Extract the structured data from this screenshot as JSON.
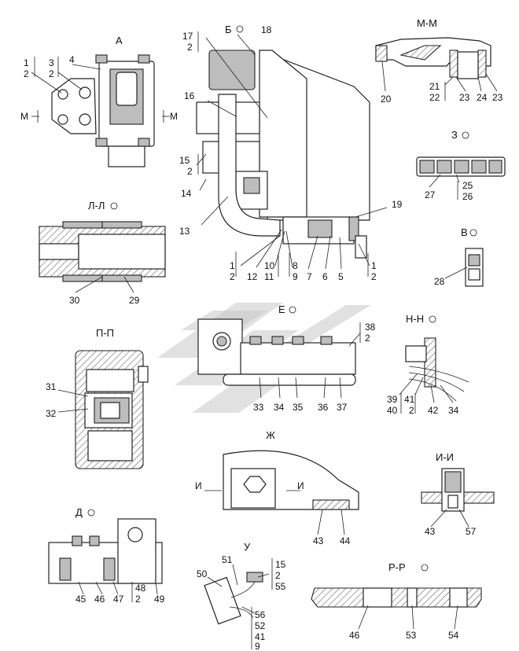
{
  "views": {
    "A": "А",
    "B": "Б",
    "MM": "М-М",
    "Z": "З",
    "LL": "Л-Л",
    "V": "В",
    "PP": "П-П",
    "E": "Е",
    "NN": "Н-Н",
    "ZH": "Ж",
    "II": "И-И",
    "D": "Д",
    "U": "У",
    "RR": "Р-Р"
  },
  "section_marks": {
    "M": "М",
    "I": "И"
  },
  "callouts": {
    "c1": "1",
    "c2": "2",
    "c3": "3",
    "c4": "4",
    "c5": "5",
    "c6": "6",
    "c7": "7",
    "c8": "8",
    "c9": "9",
    "c10": "10",
    "c11": "11",
    "c12": "12",
    "c13": "13",
    "c14": "14",
    "c15": "15",
    "c16": "16",
    "c17": "17",
    "c18": "18",
    "c19": "19",
    "c20": "20",
    "c21": "21",
    "c22": "22",
    "c23": "23",
    "c24": "24",
    "c25": "25",
    "c26": "26",
    "c27": "27",
    "c28": "28",
    "c29": "29",
    "c30": "30",
    "c31": "31",
    "c32": "32",
    "c33": "33",
    "c34": "34",
    "c35": "35",
    "c36": "36",
    "c37": "37",
    "c38": "38",
    "c39": "39",
    "c40": "40",
    "c41": "41",
    "c42": "42",
    "c43": "43",
    "c44": "44",
    "c45": "45",
    "c46": "46",
    "c47": "47",
    "c48": "48",
    "c49": "49",
    "c50": "50",
    "c51": "51",
    "c52": "52",
    "c53": "53",
    "c54": "54",
    "c55": "55",
    "c56": "56",
    "c57": "57"
  }
}
